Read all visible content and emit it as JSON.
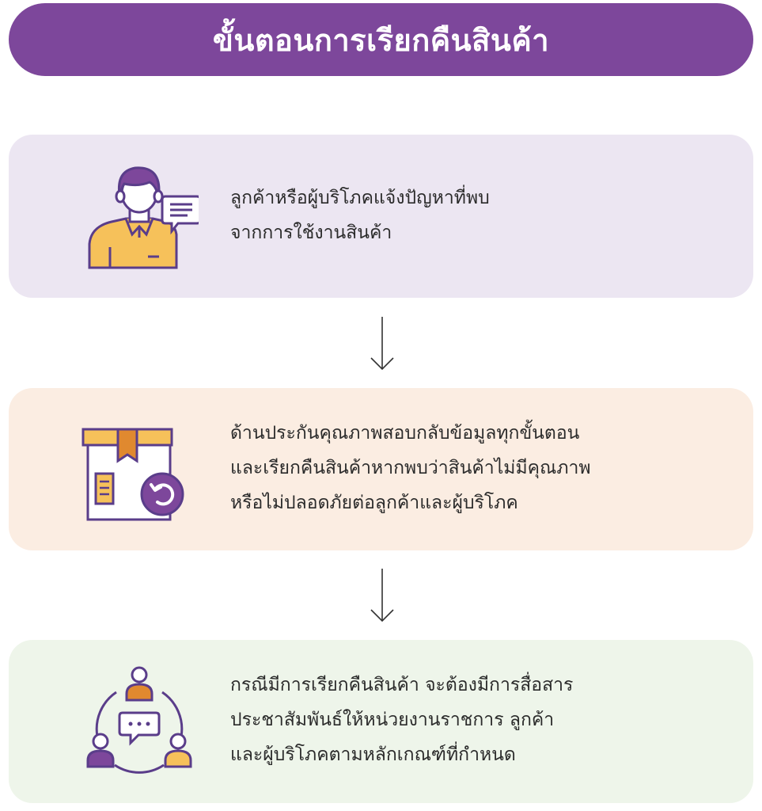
{
  "title": "ขั้นตอนการเรียกคืนสินค้า",
  "steps": [
    {
      "icon": "customer-complaint-icon",
      "lines": [
        "ลูกค้าหรือผู้บริโภคแจ้งปัญหาที่พบ",
        "จากการใช้งานสินค้า"
      ]
    },
    {
      "icon": "product-return-box-icon",
      "lines": [
        "ด้านประกันคุณภาพสอบกลับข้อมูลทุกขั้นตอน",
        "และเรียกคืนสินค้าหากพบว่าสินค้าไม่มีคุณภาพ",
        "หรือไม่ปลอดภัยต่อลูกค้าและผู้บริโภค"
      ]
    },
    {
      "icon": "communication-group-icon",
      "lines": [
        "กรณีมีการเรียกคืนสินค้า จะต้องมีการสื่อสาร",
        "ประชาสัมพันธ์ให้หน่วยงานราชการ ลูกค้า",
        "และผู้บริโภคตามหลักเกณฑ์ที่กำหนด"
      ]
    }
  ],
  "colors": {
    "title_bg": "#7d479b",
    "card1_bg": "#ece6f2",
    "card2_bg": "#fbede2",
    "card3_bg": "#eef5ea",
    "icon_outline": "#5a3d8a",
    "icon_yellow": "#f6c15a",
    "icon_orange": "#e0892f",
    "icon_purple": "#7d479b"
  }
}
